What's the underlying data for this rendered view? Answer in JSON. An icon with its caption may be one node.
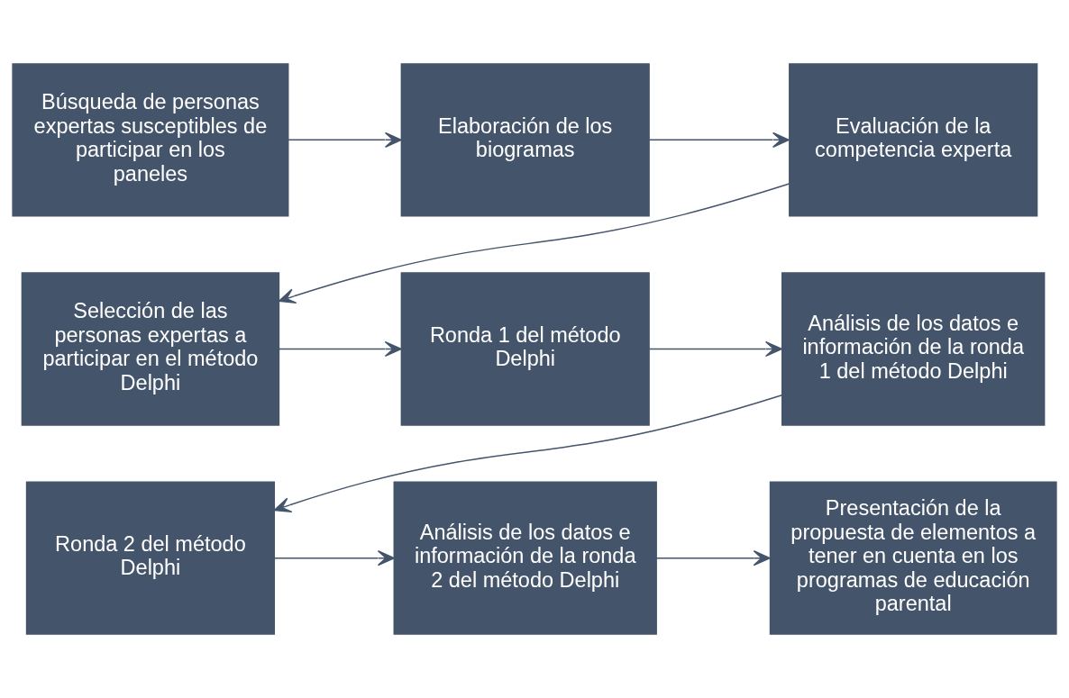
{
  "diagram": {
    "nodes": [
      {
        "text": [
          "Búsqueda de personas expertas susceptibles de participar en los paneles"
        ]
      },
      {
        "text": [
          "Elaboración de los biogramas"
        ]
      },
      {
        "text": [
          "Evaluación de la competencia experta"
        ]
      },
      {
        "text": [
          "Selección de las personas expertas a participar en el método Delphi"
        ]
      },
      {
        "text": [
          "Ronda 1 del método Delphi"
        ]
      },
      {
        "text": [
          "Análisis de los datos e información de la ronda 1 del método Delphi"
        ]
      },
      {
        "text": [
          "Ronda 2 del método Delphi"
        ]
      },
      {
        "text": [
          "Análisis de los datos e información de la ronda 2 del método Delphi"
        ]
      },
      {
        "text": [
          "Presentación de la propuesta de elementos a tener en cuenta en los programas de educación parental"
        ]
      }
    ],
    "edges": [
      {
        "from": 0,
        "to": 1,
        "arrow": "to"
      },
      {
        "from": 1,
        "to": 2,
        "arrow": "to"
      },
      {
        "from": 2,
        "to": 3,
        "arrow": "to"
      },
      {
        "from": 3,
        "to": 4,
        "arrow": "to"
      },
      {
        "from": 4,
        "to": 5,
        "arrow": "to"
      },
      {
        "from": 5,
        "to": 6,
        "arrow": "to"
      },
      {
        "from": 6,
        "to": 7,
        "arrow": "to"
      },
      {
        "from": 7,
        "to": 8,
        "arrow": "to"
      }
    ]
  }
}
